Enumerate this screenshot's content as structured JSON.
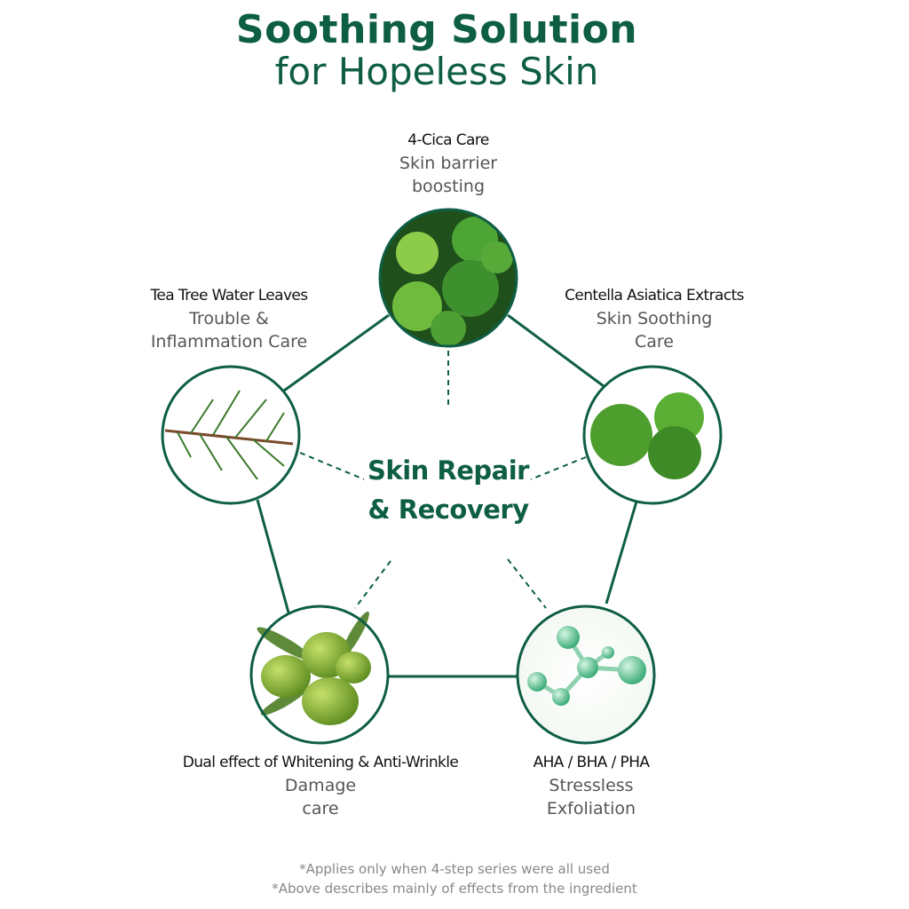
{
  "title": {
    "line1": "Soothing Solution",
    "line2": "for Hopeless Skin"
  },
  "center": {
    "line1": "Skin Repair",
    "line2": "& Recovery"
  },
  "colors": {
    "accent": "#0e5e45",
    "leaf": "#3f9a2e"
  },
  "nodes": [
    {
      "heading": "4-Cica Care",
      "desc1": "Skin barrier",
      "desc2": "boosting",
      "icon": "centella-leaves-photo"
    },
    {
      "heading": "Centella Asiatica Extracts",
      "desc1": "Skin Soothing",
      "desc2": "Care",
      "icon": "centella-leaf-photo"
    },
    {
      "heading": "AHA / BHA / PHA",
      "desc1": "Stressless",
      "desc2": "Exfoliation",
      "icon": "molecule-photo"
    },
    {
      "heading": "Dual effect of Whitening & Anti-Wrinkle",
      "desc1": "Damage",
      "desc2": "care",
      "icon": "olive-photo"
    },
    {
      "heading": "Tea Tree Water Leaves",
      "desc1": "Trouble &",
      "desc2": "Inflammation Care",
      "icon": "tea-tree-photo"
    }
  ],
  "footnotes": [
    "*Applies only when 4-step series were all used",
    "*Above describes mainly of effects from the ingredient"
  ]
}
